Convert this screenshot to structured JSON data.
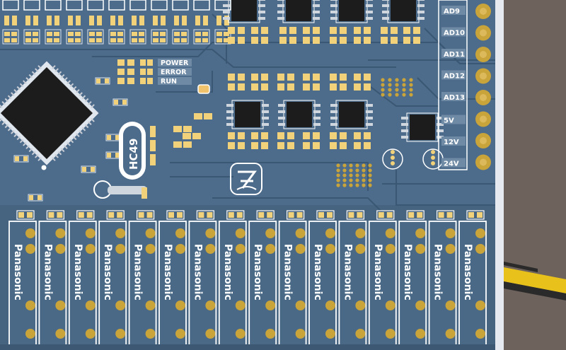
{
  "status_labels": [
    "POWER",
    "ERROR",
    "RUN"
  ],
  "crystal_label": "HC49",
  "pin_labels": [
    "AD9",
    "AD10",
    "AD11",
    "AD12",
    "AD13",
    "5V",
    "12V",
    "24V"
  ],
  "relay_brand": "Panasonic",
  "colors": {
    "board": "#4d6b8a",
    "board_dark": "#3f5b78",
    "pad": "#f1d27a",
    "gold": "#c9a43a",
    "chip": "#1c1c1c",
    "silk": "#ffffff",
    "background": "#6e625c",
    "stripe_yellow": "#e8c21a"
  }
}
